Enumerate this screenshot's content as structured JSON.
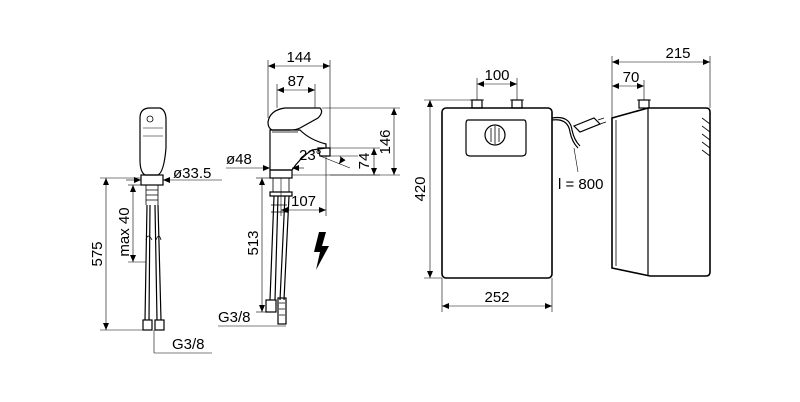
{
  "colors": {
    "line": "#000000",
    "background": "#ffffff",
    "body_shade": "#f4f4f4"
  },
  "icons": {
    "power": "lightning-bolt-icon"
  },
  "labels": {
    "d144": "144",
    "d87": "87",
    "d146": "146",
    "d74": "74",
    "d23": "23°",
    "d48": "ø48",
    "d107": "107",
    "d513": "513",
    "g38_faucet": "G3/8",
    "d33": "ø33.5",
    "d575": "575",
    "dmax40": "max 40",
    "g38_side": "G3/8",
    "d100": "100",
    "d420": "420",
    "d252": "252",
    "cable": "l = 800",
    "d215": "215",
    "d70": "70"
  }
}
